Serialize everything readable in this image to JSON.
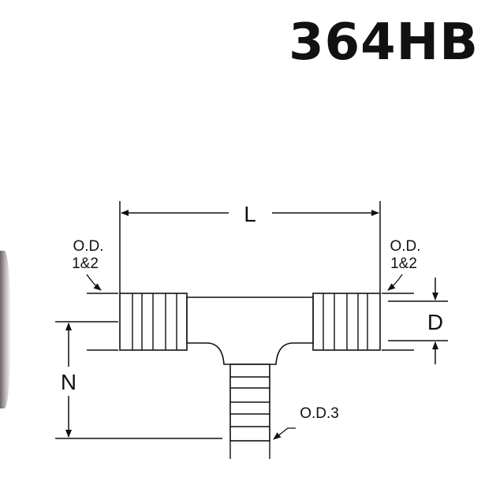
{
  "title": "364HB",
  "dimensions": {
    "length": "L",
    "diameter": "D",
    "height": "N",
    "od_inlets_line1": "O.D.",
    "od_inlets_line2": "1&2",
    "od_branch": "O.D.3"
  },
  "colors": {
    "line": "#111111",
    "background": "#ffffff"
  }
}
